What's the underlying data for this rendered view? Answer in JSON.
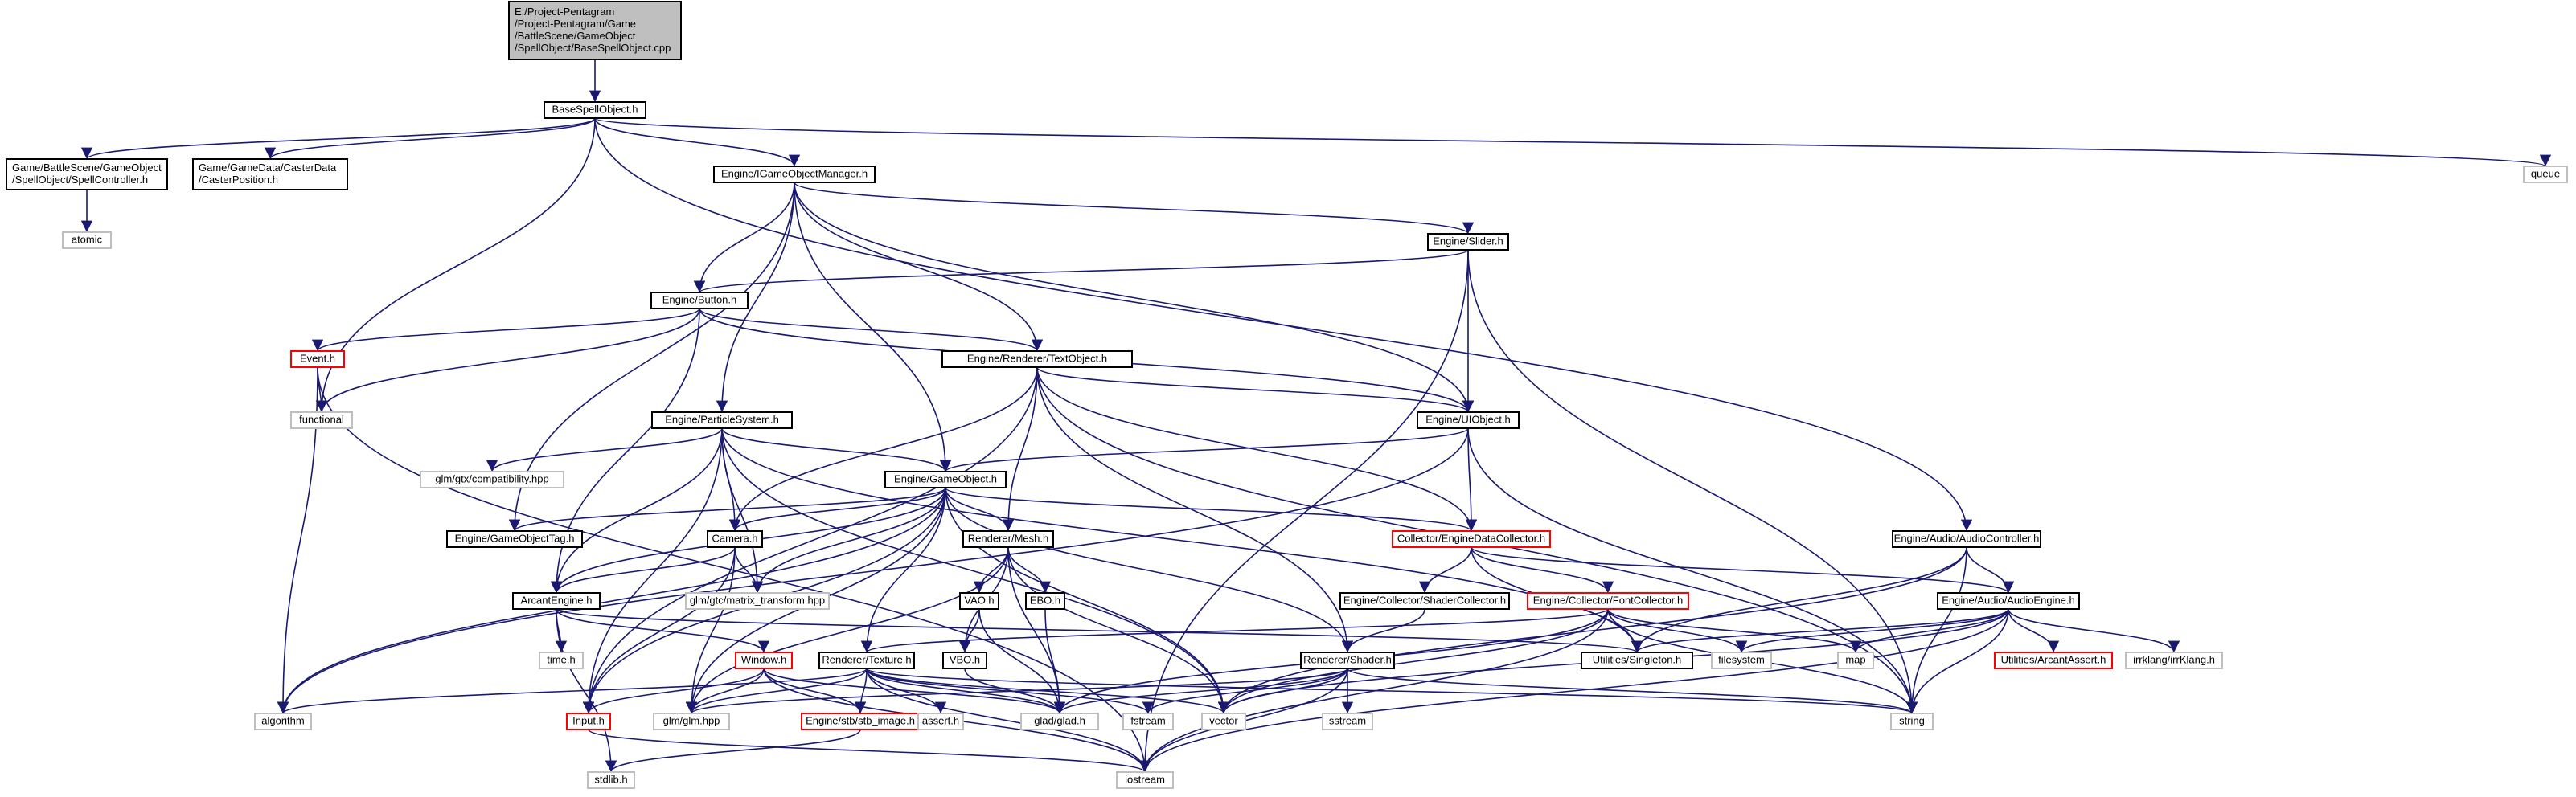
{
  "colors": {
    "edge": "#191970",
    "root_fill": "#bfbfbf",
    "root_border": "#000000",
    "doc_border": "#000000",
    "system_border": "#bfbfbf",
    "undoc_border": "#ff0000",
    "background": "#ffffff"
  },
  "nodes": [
    {
      "id": "root",
      "kind": "root",
      "lines": [
        "E:/Project-Pentagram",
        "/Project-Pentagram/Game",
        "/BattleScene/GameObject",
        "/SpellObject/BaseSpellObject.cpp"
      ]
    },
    {
      "id": "basespell",
      "kind": "doc",
      "lines": [
        "BaseSpellObject.h"
      ]
    },
    {
      "id": "spellctrl",
      "kind": "doc",
      "lines": [
        "Game/BattleScene/GameObject",
        "/SpellObject/SpellController.h"
      ]
    },
    {
      "id": "casterpos",
      "kind": "doc",
      "lines": [
        "Game/GameData/CasterData",
        "/CasterPosition.h"
      ]
    },
    {
      "id": "igom",
      "kind": "doc",
      "lines": [
        "Engine/IGameObjectManager.h"
      ]
    },
    {
      "id": "queue",
      "kind": "system",
      "lines": [
        "queue"
      ]
    },
    {
      "id": "atomic",
      "kind": "system",
      "lines": [
        "atomic"
      ]
    },
    {
      "id": "slider",
      "kind": "doc",
      "lines": [
        "Engine/Slider.h"
      ]
    },
    {
      "id": "button",
      "kind": "doc",
      "lines": [
        "Engine/Button.h"
      ]
    },
    {
      "id": "event",
      "kind": "undoc",
      "lines": [
        "Event.h"
      ]
    },
    {
      "id": "functional",
      "kind": "system",
      "lines": [
        "functional"
      ]
    },
    {
      "id": "textobj",
      "kind": "doc",
      "lines": [
        "Engine/Renderer/TextObject.h"
      ]
    },
    {
      "id": "uiobj",
      "kind": "doc",
      "lines": [
        "Engine/UIObject.h"
      ]
    },
    {
      "id": "particle",
      "kind": "doc",
      "lines": [
        "Engine/ParticleSystem.h"
      ]
    },
    {
      "id": "glmcompat",
      "kind": "system",
      "lines": [
        "glm/gtx/compatibility.hpp"
      ]
    },
    {
      "id": "gameobj",
      "kind": "doc",
      "lines": [
        "Engine/GameObject.h"
      ]
    },
    {
      "id": "gotag",
      "kind": "doc",
      "lines": [
        "Engine/GameObjectTag.h"
      ]
    },
    {
      "id": "camera",
      "kind": "doc",
      "lines": [
        "Camera.h"
      ]
    },
    {
      "id": "mesh",
      "kind": "doc",
      "lines": [
        "Renderer/Mesh.h"
      ]
    },
    {
      "id": "edc",
      "kind": "undoc",
      "lines": [
        "Collector/EngineDataCollector.h"
      ]
    },
    {
      "id": "audioctrl",
      "kind": "doc",
      "lines": [
        "Engine/Audio/AudioController.h"
      ]
    },
    {
      "id": "arcant",
      "kind": "doc",
      "lines": [
        "ArcantEngine.h"
      ]
    },
    {
      "id": "glmmat",
      "kind": "system",
      "lines": [
        "glm/gtc/matrix_transform.hpp"
      ]
    },
    {
      "id": "vao",
      "kind": "doc",
      "lines": [
        "VAO.h"
      ]
    },
    {
      "id": "ebo",
      "kind": "doc",
      "lines": [
        "EBO.h"
      ]
    },
    {
      "id": "shadercol",
      "kind": "doc",
      "lines": [
        "Engine/Collector/ShaderCollector.h"
      ]
    },
    {
      "id": "fontcol",
      "kind": "undoc",
      "lines": [
        "Engine/Collector/FontCollector.h"
      ]
    },
    {
      "id": "audioeng",
      "kind": "doc",
      "lines": [
        "Engine/Audio/AudioEngine.h"
      ]
    },
    {
      "id": "timeh",
      "kind": "system",
      "lines": [
        "time.h"
      ]
    },
    {
      "id": "window",
      "kind": "undoc",
      "lines": [
        "Window.h"
      ]
    },
    {
      "id": "vbo",
      "kind": "doc",
      "lines": [
        "VBO.h"
      ]
    },
    {
      "id": "texture",
      "kind": "doc",
      "lines": [
        "Renderer/Texture.h"
      ]
    },
    {
      "id": "shader",
      "kind": "doc",
      "lines": [
        "Renderer/Shader.h"
      ]
    },
    {
      "id": "singleton",
      "kind": "doc",
      "lines": [
        "Utilities/Singleton.h"
      ]
    },
    {
      "id": "filesystem",
      "kind": "system",
      "lines": [
        "filesystem"
      ]
    },
    {
      "id": "map",
      "kind": "system",
      "lines": [
        "map"
      ]
    },
    {
      "id": "arcassert",
      "kind": "undoc",
      "lines": [
        "Utilities/ArcantAssert.h"
      ]
    },
    {
      "id": "irrklang",
      "kind": "system",
      "lines": [
        "irrklang/irrKlang.h"
      ]
    },
    {
      "id": "algorithm",
      "kind": "system",
      "lines": [
        "algorithm"
      ]
    },
    {
      "id": "input",
      "kind": "undoc",
      "lines": [
        "Input.h"
      ]
    },
    {
      "id": "glm",
      "kind": "system",
      "lines": [
        "glm/glm.hpp"
      ]
    },
    {
      "id": "stbimage",
      "kind": "undoc",
      "lines": [
        "Engine/stb/stb_image.h"
      ]
    },
    {
      "id": "asserth",
      "kind": "system",
      "lines": [
        "assert.h"
      ]
    },
    {
      "id": "glad",
      "kind": "system",
      "lines": [
        "glad/glad.h"
      ]
    },
    {
      "id": "fstream",
      "kind": "system",
      "lines": [
        "fstream"
      ]
    },
    {
      "id": "vector",
      "kind": "system",
      "lines": [
        "vector"
      ]
    },
    {
      "id": "sstream",
      "kind": "system",
      "lines": [
        "sstream"
      ]
    },
    {
      "id": "string",
      "kind": "system",
      "lines": [
        "string"
      ]
    },
    {
      "id": "stdlib",
      "kind": "system",
      "lines": [
        "stdlib.h"
      ]
    },
    {
      "id": "iostream",
      "kind": "system",
      "lines": [
        "iostream"
      ]
    }
  ],
  "edges": [
    [
      "root",
      "basespell"
    ],
    [
      "basespell",
      "spellctrl"
    ],
    [
      "basespell",
      "casterpos"
    ],
    [
      "basespell",
      "igom"
    ],
    [
      "basespell",
      "queue"
    ],
    [
      "basespell",
      "functional"
    ],
    [
      "basespell",
      "audioctrl"
    ],
    [
      "spellctrl",
      "atomic"
    ],
    [
      "igom",
      "slider"
    ],
    [
      "igom",
      "button"
    ],
    [
      "igom",
      "textobj"
    ],
    [
      "igom",
      "uiobj"
    ],
    [
      "igom",
      "particle"
    ],
    [
      "igom",
      "gameobj"
    ],
    [
      "igom",
      "gotag"
    ],
    [
      "slider",
      "button"
    ],
    [
      "slider",
      "uiobj"
    ],
    [
      "slider",
      "string"
    ],
    [
      "slider",
      "iostream"
    ],
    [
      "button",
      "event"
    ],
    [
      "button",
      "functional"
    ],
    [
      "button",
      "textobj"
    ],
    [
      "button",
      "uiobj"
    ],
    [
      "button",
      "arcant"
    ],
    [
      "event",
      "functional"
    ],
    [
      "event",
      "algorithm"
    ],
    [
      "event",
      "iostream"
    ],
    [
      "textobj",
      "uiobj"
    ],
    [
      "textobj",
      "camera"
    ],
    [
      "textobj",
      "mesh"
    ],
    [
      "textobj",
      "edc"
    ],
    [
      "textobj",
      "shader"
    ],
    [
      "textobj",
      "input"
    ],
    [
      "textobj",
      "string"
    ],
    [
      "uiobj",
      "gameobj"
    ],
    [
      "uiobj",
      "edc"
    ],
    [
      "uiobj",
      "algorithm"
    ],
    [
      "uiobj",
      "string"
    ],
    [
      "particle",
      "glmcompat"
    ],
    [
      "particle",
      "gameobj"
    ],
    [
      "particle",
      "camera"
    ],
    [
      "particle",
      "arcant"
    ],
    [
      "particle",
      "glmmat"
    ],
    [
      "particle",
      "vector"
    ],
    [
      "particle",
      "input"
    ],
    [
      "particle",
      "singleton"
    ],
    [
      "gameobj",
      "gotag"
    ],
    [
      "gameobj",
      "camera"
    ],
    [
      "gameobj",
      "mesh"
    ],
    [
      "gameobj",
      "edc"
    ],
    [
      "gameobj",
      "arcant"
    ],
    [
      "gameobj",
      "glmmat"
    ],
    [
      "gameobj",
      "texture"
    ],
    [
      "gameobj",
      "shader"
    ],
    [
      "gameobj",
      "glm"
    ],
    [
      "gameobj",
      "algorithm"
    ],
    [
      "gameobj",
      "vector"
    ],
    [
      "gameobj",
      "input"
    ],
    [
      "camera",
      "arcant"
    ],
    [
      "camera",
      "glmmat"
    ],
    [
      "camera",
      "glm"
    ],
    [
      "camera",
      "input"
    ],
    [
      "mesh",
      "vao"
    ],
    [
      "mesh",
      "ebo"
    ],
    [
      "mesh",
      "vbo"
    ],
    [
      "mesh",
      "glm"
    ],
    [
      "mesh",
      "glad"
    ],
    [
      "mesh",
      "vector"
    ],
    [
      "edc",
      "shadercol"
    ],
    [
      "edc",
      "fontcol"
    ],
    [
      "edc",
      "audioeng"
    ],
    [
      "edc",
      "singleton"
    ],
    [
      "audioctrl",
      "audioeng"
    ],
    [
      "audioctrl",
      "singleton"
    ],
    [
      "audioctrl",
      "vector"
    ],
    [
      "audioctrl",
      "string"
    ],
    [
      "arcant",
      "timeh"
    ],
    [
      "arcant",
      "window"
    ],
    [
      "arcant",
      "stdlib"
    ],
    [
      "arcant",
      "singleton"
    ],
    [
      "vao",
      "vbo"
    ],
    [
      "vao",
      "glad"
    ],
    [
      "ebo",
      "glad"
    ],
    [
      "vbo",
      "glad"
    ],
    [
      "shadercol",
      "shader"
    ],
    [
      "fontcol",
      "texture"
    ],
    [
      "fontcol",
      "filesystem"
    ],
    [
      "fontcol",
      "map"
    ],
    [
      "fontcol",
      "string"
    ],
    [
      "fontcol",
      "iostream"
    ],
    [
      "fontcol",
      "glad"
    ],
    [
      "fontcol",
      "vector"
    ],
    [
      "audioeng",
      "singleton"
    ],
    [
      "audioeng",
      "filesystem"
    ],
    [
      "audioeng",
      "map"
    ],
    [
      "audioeng",
      "arcassert"
    ],
    [
      "audioeng",
      "irrklang"
    ],
    [
      "audioeng",
      "string"
    ],
    [
      "audioeng",
      "vector"
    ],
    [
      "audioeng",
      "iostream"
    ],
    [
      "window",
      "input"
    ],
    [
      "window",
      "glm"
    ],
    [
      "window",
      "stbimage"
    ],
    [
      "window",
      "glad"
    ],
    [
      "window",
      "iostream"
    ],
    [
      "texture",
      "algorithm"
    ],
    [
      "texture",
      "glm"
    ],
    [
      "texture",
      "stbimage"
    ],
    [
      "texture",
      "asserth"
    ],
    [
      "texture",
      "glad"
    ],
    [
      "texture",
      "fstream"
    ],
    [
      "texture",
      "vector"
    ],
    [
      "texture",
      "string"
    ],
    [
      "texture",
      "iostream"
    ],
    [
      "shader",
      "glm"
    ],
    [
      "shader",
      "glad"
    ],
    [
      "shader",
      "fstream"
    ],
    [
      "shader",
      "sstream"
    ],
    [
      "shader",
      "string"
    ],
    [
      "shader",
      "iostream"
    ],
    [
      "shader",
      "vector"
    ],
    [
      "input",
      "iostream"
    ],
    [
      "stbimage",
      "stdlib"
    ]
  ]
}
